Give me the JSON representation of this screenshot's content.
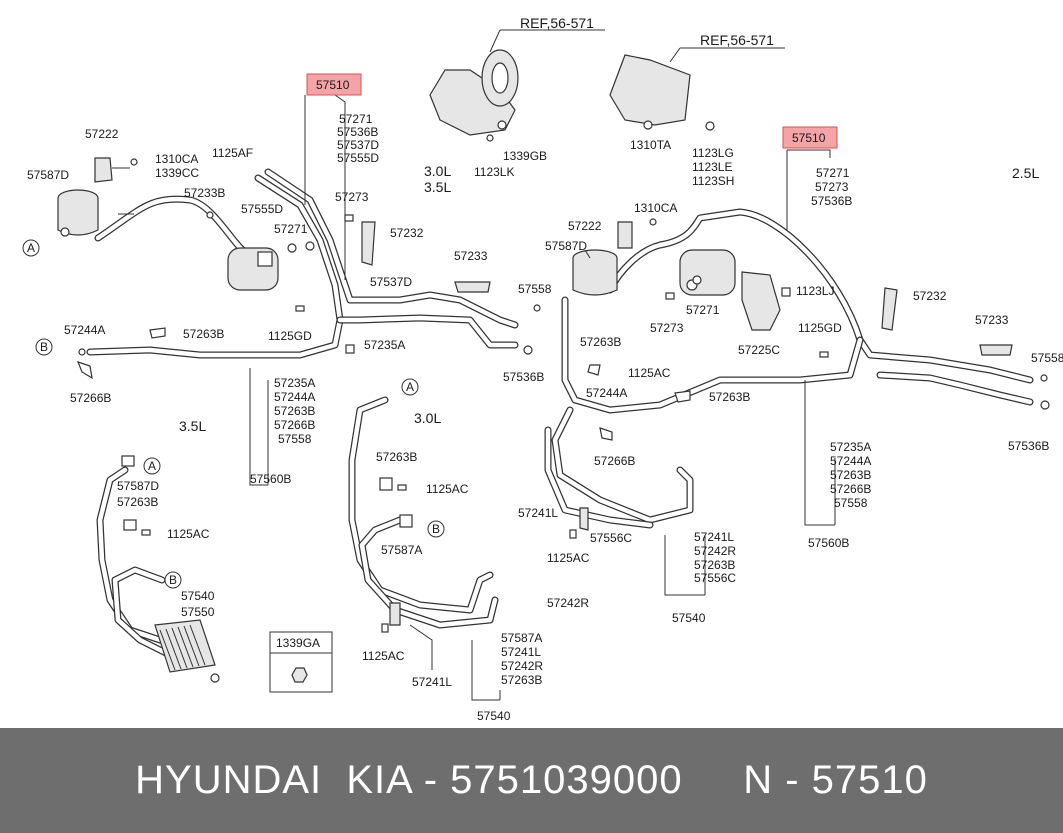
{
  "footer": {
    "text": "HYUNDAI  KIA - 5751039000     N - 57510"
  },
  "labels": {
    "ref1": "REF,56-571",
    "ref2": "REF,56-571",
    "l_57510a": "57510",
    "l_57510b": "57510",
    "l_57271a": "57271",
    "l_57536Ba": "57536B",
    "l_57537Da": "57537D",
    "l_57555Da": "57555D",
    "l_57222a": "57222",
    "l_1310CAa": "1310CA",
    "l_1339CC": "1339CC",
    "l_1125AF": "1125AF",
    "l_57587Da": "57587D",
    "l_57233Ba": "57233B",
    "l_57555Db": "57555D",
    "l_57273a": "57273",
    "l_57271b": "57271",
    "l_57232a": "57232",
    "l_57537Db": "57537D",
    "l_1125GDa": "1125GD",
    "l_1339GB": "1339GB",
    "l_1123LK": "1123LK",
    "l_30La": "3.0L",
    "l_35La": "3.5L",
    "l_1310TA": "1310TA",
    "l_1123LG": "1123LG",
    "l_1123LE": "1123LE",
    "l_1123SH": "1123SH",
    "l_57271c": "57271",
    "l_57273b": "57273",
    "l_57536Bb": "57536B",
    "l_25L": "2.5L",
    "l_57233a": "57233",
    "l_57558a": "57558",
    "l_57536Bc": "57536B",
    "l_57244Aa": "57244A",
    "l_57263Ba": "57263B",
    "l_57235Aa": "57235A",
    "l_57266Ba": "57266B",
    "l_57235Ab": "57235A",
    "l_57244Ab": "57244A",
    "l_57263Bb": "57263B",
    "l_57266Bb": "57266B",
    "l_57558b": "57558",
    "l_57560Ba": "57560B",
    "l_35Lb": "3.5L",
    "l_30Lb": "3.0L",
    "l_57222b": "57222",
    "l_1310CAb": "1310CA",
    "l_57587Db": "57587D",
    "l_1123LJ": "1123LJ",
    "l_57273c": "57273",
    "l_57271d": "57271",
    "l_57225C": "57225C",
    "l_57232b": "57232",
    "l_1125GDb": "1125GD",
    "l_57233b": "57233",
    "l_57558c": "57558",
    "l_57536Bd": "57536B",
    "l_57263Bc": "57263B",
    "l_1125ACa": "1125AC",
    "l_57244Ac": "57244A",
    "l_57263Bd": "57263B",
    "l_57266Bc": "57266B",
    "l_57235Ac": "57235A",
    "l_57244Ad": "57244A",
    "l_57263Be": "57263B",
    "l_57266Bd": "57266B",
    "l_57558d": "57558",
    "l_57560Bb": "57560B",
    "l_57587Dc": "57587D",
    "l_57263Bf": "57263B",
    "l_1125ACb": "1125AC",
    "l_57540a": "57540",
    "l_57550": "57550",
    "l_1339GA": "1339GA",
    "l_57263Bg": "57263B",
    "l_1125ACc": "1125AC",
    "l_57587A": "57587A",
    "l_1125ACd": "1125AC",
    "l_57241La": "57241L",
    "l_57587Ab": "57587A",
    "l_57241Lb": "57241L",
    "l_57242Ra": "57242R",
    "l_57263Bh": "57263B",
    "l_57540b": "57540",
    "l_57241Lc": "57241L",
    "l_1125ACe": "1125AC",
    "l_57556Ca": "57556C",
    "l_57242Rb": "57242R",
    "l_57241Ld": "57241L",
    "l_57242Rc": "57242R",
    "l_57263Bi": "57263B",
    "l_57556Cb": "57556C",
    "l_57540c": "57540",
    "circ_A": "A",
    "circ_B": "B"
  },
  "colors": {
    "highlight_fill": "#f4a3a6",
    "highlight_stroke": "#d9534f",
    "footer_bg": "#6e6e6e"
  }
}
